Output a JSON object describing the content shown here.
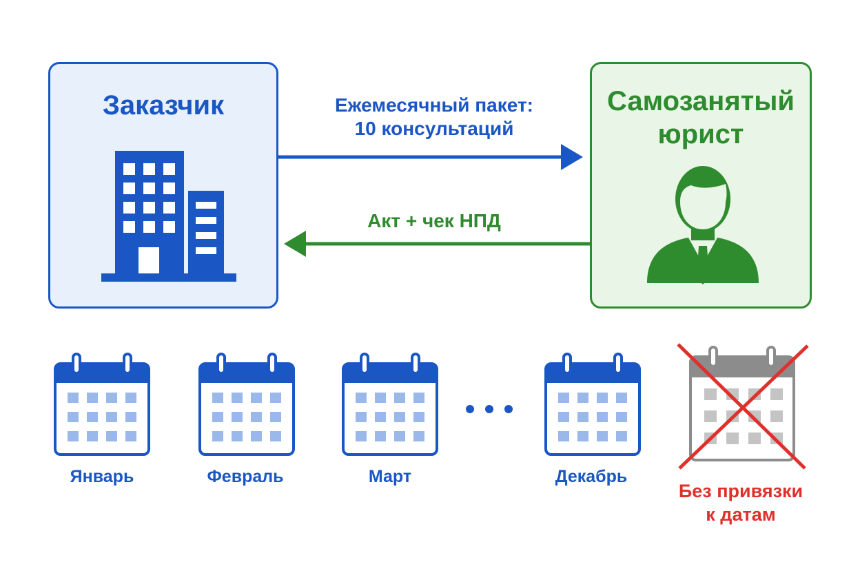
{
  "client": {
    "title": "Заказчик",
    "icon": "building-icon"
  },
  "lawyer": {
    "title_line1": "Самозанятый",
    "title_line2": "юрист",
    "icon": "person-icon"
  },
  "flows": {
    "package_line1": "Ежемесячный пакет:",
    "package_line2": "10 консультаций",
    "act": "Акт + чек НПД"
  },
  "calendar": {
    "months": [
      "Январь",
      "Февраль",
      "Март",
      "Декабрь"
    ],
    "crossed_line1": "Без привязки",
    "crossed_line2": "к датам",
    "icon": "calendar-icon",
    "crossed_icon": "crossed-calendar-icon"
  },
  "colors": {
    "blue": "#1a56c4",
    "green": "#2e8b2e",
    "red": "#e0302c",
    "gray": "#8c8c8c"
  }
}
